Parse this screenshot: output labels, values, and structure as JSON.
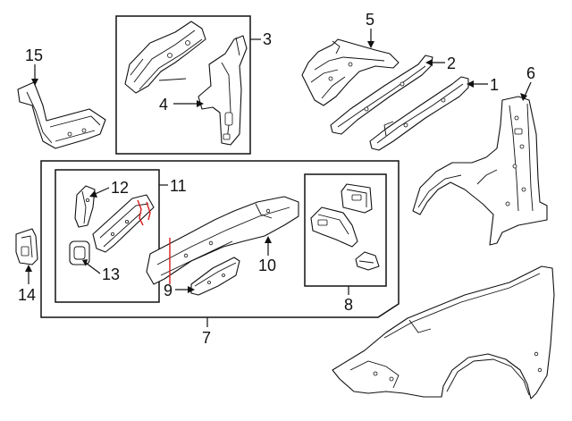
{
  "diagram": {
    "callouts": {
      "c1": "1",
      "c2": "2",
      "c3": "3",
      "c4": "4",
      "c5": "5",
      "c6": "6",
      "c7": "7",
      "c8": "8",
      "c9": "9",
      "c10": "10",
      "c11": "11",
      "c12": "12",
      "c13": "13",
      "c14": "14",
      "c15": "15"
    },
    "colors": {
      "line": "#111111",
      "cut_line": "#d81e1e",
      "background": "#ffffff"
    }
  }
}
